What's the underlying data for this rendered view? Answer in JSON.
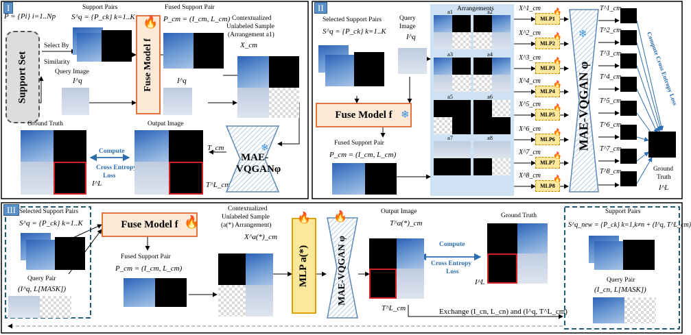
{
  "panel1": {
    "tag": "I",
    "p_eq": "P = {Pi} i=1..Np",
    "support_set": "Support Set",
    "select_by": "Select By",
    "similarity": "Similarity",
    "support_pairs": "Support Pairs",
    "sq_eq": "S^q = {P_ck} k=1..K",
    "query_image": "Query Image",
    "iq": "I^q",
    "fuse_model": "Fuse Model f",
    "fused_support_pair": "Fused Support Pair",
    "pcm_eq": "P_cm = (I_cm, L_cm)",
    "iq2": "I^q",
    "contextualized": "Contextualized",
    "unlabeled_sample": "Unlabeled Sample",
    "arrangement": "(Arrangement a1)",
    "xcm": "X_cm",
    "ground_truth": "Ground Truth",
    "output_image": "Output Image",
    "compute": "Compute",
    "cross_entropy": "Cross Entropy",
    "loss": "Loss",
    "il": "I^L",
    "tcm": "T_cm",
    "tlcm": "T^L_cm",
    "mae_vqgan": "MAE-VQGANφ"
  },
  "panel2": {
    "tag": "II",
    "selected_support_pairs": "Selected Support Pairs",
    "sq_eq": "S^q = {P_ck} k=1..K",
    "query_image": "Query",
    "image": "Image",
    "iq": "I^q",
    "arrangements": "Arrangements",
    "arr_labels": [
      "a1",
      "a2",
      "a3",
      "a4",
      "a5",
      "a6",
      "a7",
      "a8"
    ],
    "x_labels": [
      "X^1_cm",
      "X^2_cm",
      "X^3_cm",
      "X^4_cm",
      "X^5_cm",
      "X^6_cm",
      "X^7_cm",
      "X^8_cm"
    ],
    "mlp_labels": [
      "MLP1",
      "MLP2",
      "MLP3",
      "MLP4",
      "MLP5",
      "MLP6",
      "MLP7",
      "MLP8"
    ],
    "t_labels": [
      "T^1_cm",
      "T^2_cm",
      "T^3_cm",
      "T^4_cm",
      "T^5_cm",
      "T^6_cm",
      "T^7_cm",
      "T^8_cm"
    ],
    "mae_vqgan": "MAE-VQGAN φ",
    "compute_ce": "Compute Cross Entropy Loss",
    "fuse_model": "Fuse Model f",
    "fused_support_pair": "Fused Support Pair",
    "pcm_eq": "P_cm = (I_cm, L_cm)",
    "ground": "Ground",
    "truth": "Truth",
    "il": "I^L"
  },
  "panel3": {
    "tag": "III",
    "selected_support_pairs": "Selected Support Pairs",
    "sq_eq": "S^q = {P_ck} k=1..K",
    "query_pair": "Query Pair",
    "query_pair_eq": "(I^q, L[MASK])",
    "fuse_model": "Fuse Model f",
    "fused_support_pair": "Fused Support Pair",
    "pcm_eq": "P_cm = (I_cm, L_cm)",
    "contextualized": "Contextualized",
    "unlabeled_sample": "Unlabeled Sample",
    "arrangement": "(a(*) Arrangement)",
    "x_label": "X^a(*)_cm",
    "mlp": "MLP a(*)",
    "mae_vqgan": "MAE-VQGAN φ",
    "output_image": "Output Image",
    "t_label": "T^a(*)_cm",
    "tl_label": "T^L_cm",
    "ground_truth": "Ground Truth",
    "compute": "Compute",
    "cross_entropy": "Cross Entropy",
    "loss": "Loss",
    "il": "I^L",
    "exchange": "Exchange (I_cn, L_cn) and (I^q, T^L_cm)",
    "support_pairs": "Support Pairs",
    "snew_eq": "S^q_new = {P_ck} k=1,k≠n + (I^q, T^L_cm)",
    "query_pair2": "Query Pair",
    "query_pair2_eq": "(I_cn, L[MASK])"
  },
  "colors": {
    "accent_blue": "#2b6bb0",
    "fuse_border": "#e3733a",
    "fuse_fill": "#fde9d8",
    "mlp_fill": "#fde79a",
    "panel_fill": "#cfe2f3",
    "loss_red": "#d42020"
  },
  "icons": [
    "flame-icon",
    "snowflake-icon"
  ]
}
